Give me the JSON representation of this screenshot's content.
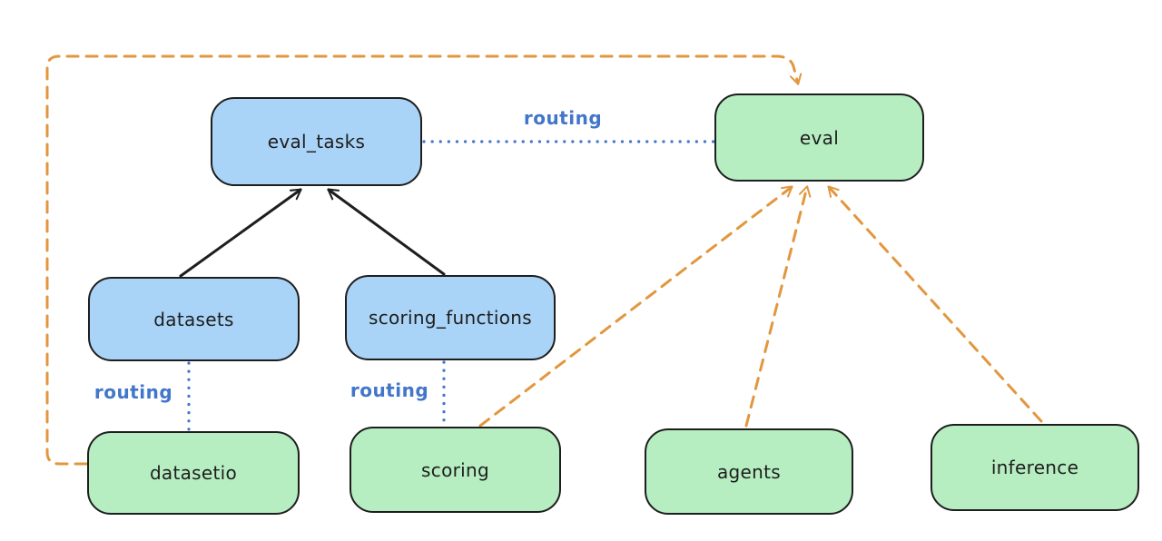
{
  "diagram": {
    "title_hint": "eval routing architecture diagram",
    "background": "#ffffff",
    "colors": {
      "blue_node_fill": "#a9d4f7",
      "green_node_fill": "#b6edc1",
      "node_stroke": "#1e1e1e",
      "black_arrow": "#1e1e1e",
      "routing_blue": "#4276c9",
      "orange_dashed": "#e2973f"
    },
    "nodes": [
      {
        "id": "eval_tasks",
        "label": "eval_tasks",
        "color": "blue"
      },
      {
        "id": "eval",
        "label": "eval",
        "color": "green"
      },
      {
        "id": "datasets",
        "label": "datasets",
        "color": "blue"
      },
      {
        "id": "scoring_functions",
        "label": "scoring_functions",
        "color": "blue"
      },
      {
        "id": "datasetio",
        "label": "datasetio",
        "color": "green"
      },
      {
        "id": "scoring",
        "label": "scoring",
        "color": "green"
      },
      {
        "id": "agents",
        "label": "agents",
        "color": "green"
      },
      {
        "id": "inference",
        "label": "inference",
        "color": "green"
      }
    ],
    "edges": [
      {
        "from": "datasets",
        "to": "eval_tasks",
        "style": "solid",
        "color": "black",
        "arrow": true,
        "label": ""
      },
      {
        "from": "scoring_functions",
        "to": "eval_tasks",
        "style": "solid",
        "color": "black",
        "arrow": true,
        "label": ""
      },
      {
        "from": "eval_tasks",
        "to": "eval",
        "style": "dotted",
        "color": "blue",
        "arrow": false,
        "label": "routing"
      },
      {
        "from": "datasets",
        "to": "datasetio",
        "style": "dotted",
        "color": "blue",
        "arrow": false,
        "label": "routing"
      },
      {
        "from": "scoring_functions",
        "to": "scoring",
        "style": "dotted",
        "color": "blue",
        "arrow": false,
        "label": "routing"
      },
      {
        "from": "datasetio",
        "to": "eval",
        "style": "dashed",
        "color": "orange",
        "arrow": true,
        "label": ""
      },
      {
        "from": "scoring",
        "to": "eval",
        "style": "dashed",
        "color": "orange",
        "arrow": true,
        "label": ""
      },
      {
        "from": "agents",
        "to": "eval",
        "style": "dashed",
        "color": "orange",
        "arrow": true,
        "label": ""
      },
      {
        "from": "inference",
        "to": "eval",
        "style": "dashed",
        "color": "orange",
        "arrow": true,
        "label": ""
      }
    ]
  }
}
